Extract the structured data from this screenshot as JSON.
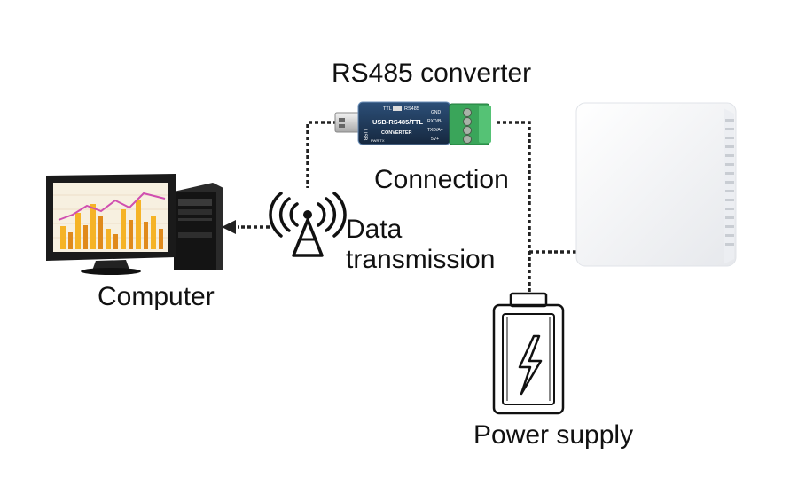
{
  "labels": {
    "converter": "RS485 converter",
    "connection": "Connection",
    "data_line1": "Data",
    "data_line2": "transmission",
    "computer": "Computer",
    "power": "Power supply"
  },
  "converter_device": {
    "usb_text": "USB",
    "main_text": "USB-RS485/TTL",
    "sub_text": "CONVERTER",
    "ttl": "TTL",
    "rs485": "RS485",
    "pins": [
      "GND",
      "RXD/B-",
      "TXD/A+",
      "5V+"
    ],
    "leds": "PWR TX"
  },
  "colors": {
    "converter_body": "#1f3a5c",
    "terminal_green": "#3aa55a",
    "chart_orange": "#f0a020",
    "chart_line": "#d04fb0",
    "screen_bg": "#f7f0e0",
    "monitor": "#1a1a1a",
    "dotted_line": "#222222"
  },
  "icons": [
    "antenna-icon",
    "battery-icon",
    "lightning-icon"
  ]
}
